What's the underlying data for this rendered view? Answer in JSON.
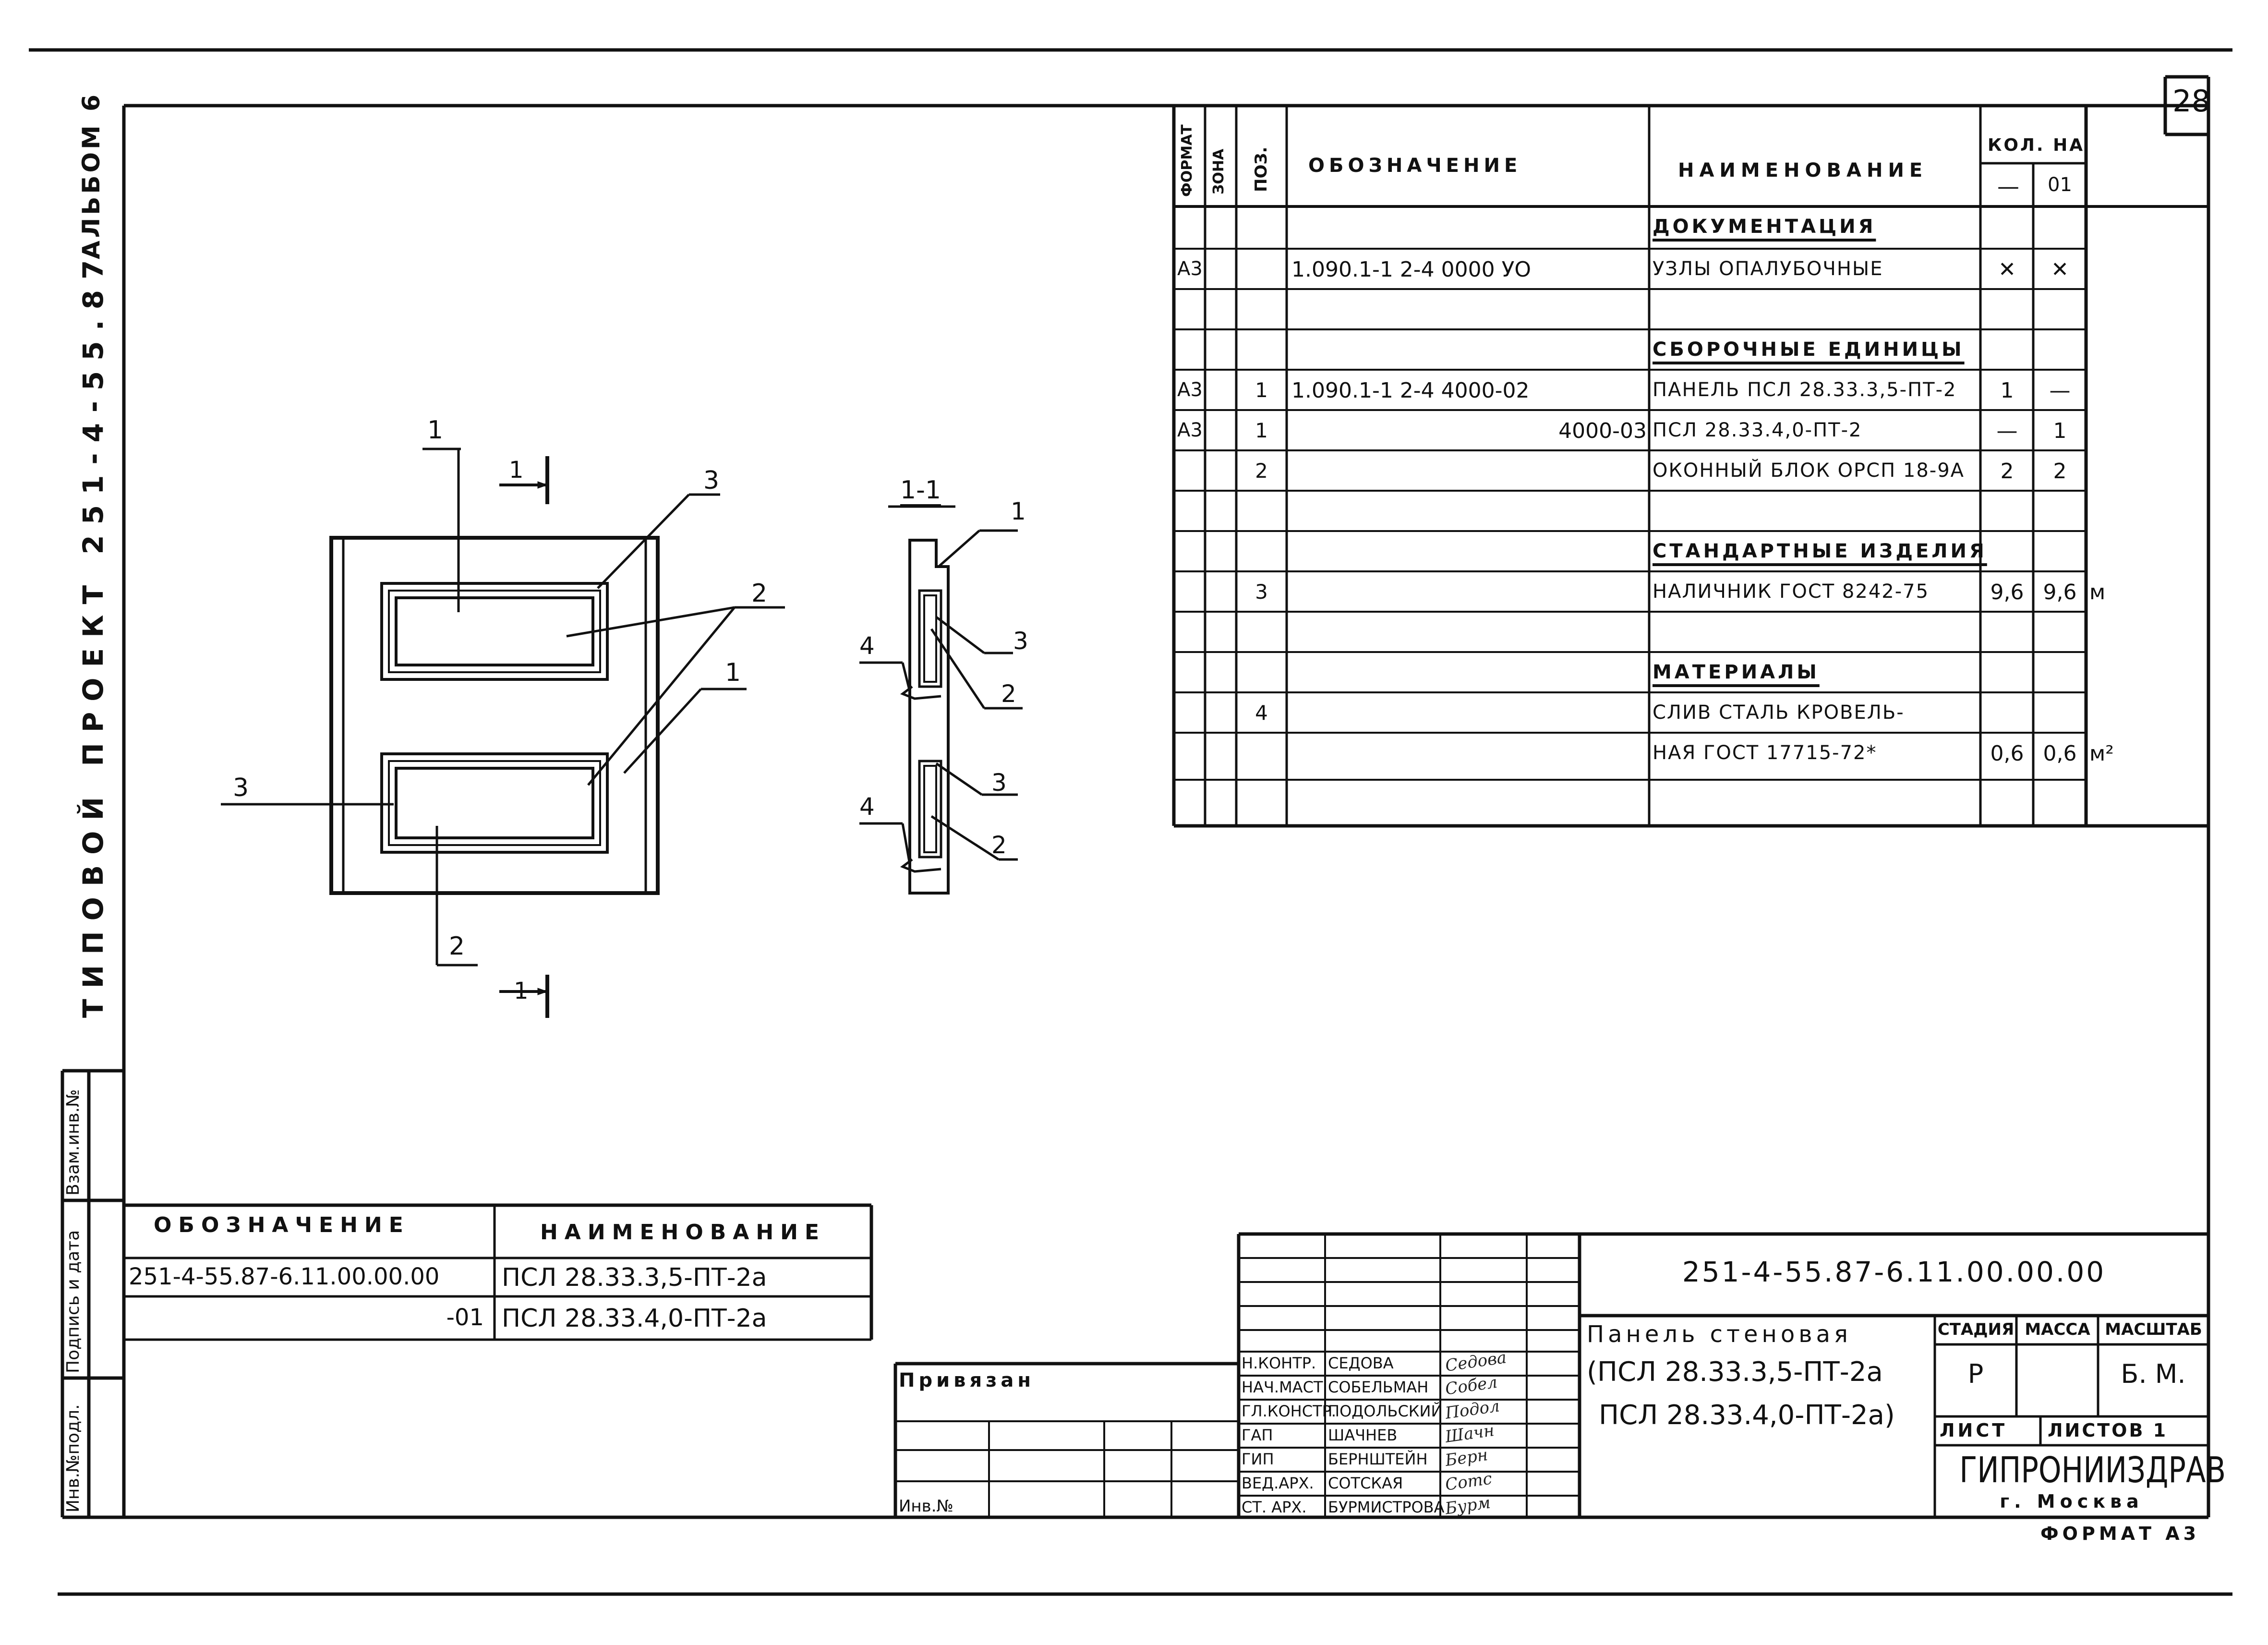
{
  "sheet": {
    "number": "28",
    "album": "АЛЬБОМ 6",
    "project": "ТИПОВОЙ ПРОЕКТ 251-4-55.87",
    "format": "ФОРМАТ А3"
  },
  "side_stamp": {
    "inv_podl": "Инв.№подл.",
    "podpis_data": "Подпись и дата",
    "vzam_inv": "Взам.инв.№"
  },
  "drawing": {
    "section_label": "1-1",
    "cut_mark_top": "1",
    "cut_mark_bottom": "1",
    "callouts_front": [
      "1",
      "3",
      "2",
      "1",
      "3",
      "2"
    ],
    "callouts_section": [
      "1",
      "3",
      "4",
      "2",
      "3",
      "4",
      "2"
    ]
  },
  "spec": {
    "headers": {
      "format": "ФОРМАТ",
      "zone": "ЗОНА",
      "pos": "ПОЗ.",
      "designation": "ОБОЗНАЧЕНИЕ",
      "name": "НАИМЕНОВАНИЕ",
      "qty": "КОЛ. НА",
      "qty_dash": "—",
      "qty_01": "01"
    },
    "rows": [
      {
        "format": "",
        "zone": "",
        "pos": "",
        "designation": "",
        "name": "ДОКУМЕНТАЦИЯ",
        "q1": "",
        "q2": "",
        "note": "",
        "heading": true
      },
      {
        "format": "А3",
        "zone": "",
        "pos": "",
        "designation": "1.090.1-1  2-4 0000 УО",
        "name": "УЗЛЫ ОПАЛУБОЧНЫЕ",
        "q1": "✕",
        "q2": "✕",
        "note": ""
      },
      {
        "format": "",
        "zone": "",
        "pos": "",
        "designation": "",
        "name": "",
        "q1": "",
        "q2": "",
        "note": ""
      },
      {
        "format": "",
        "zone": "",
        "pos": "",
        "designation": "",
        "name": "СБОРОЧНЫЕ ЕДИНИЦЫ",
        "q1": "",
        "q2": "",
        "note": "",
        "heading": true
      },
      {
        "format": "А3",
        "zone": "",
        "pos": "1",
        "designation": "1.090.1-1  2-4 4000-02",
        "name": "ПАНЕЛЬ ПСЛ 28.33.3,5-ПТ-2",
        "q1": "1",
        "q2": "—",
        "note": ""
      },
      {
        "format": "А3",
        "zone": "",
        "pos": "1",
        "designation": "4000-03",
        "name": "ПСЛ 28.33.4,0-ПТ-2",
        "q1": "—",
        "q2": "1",
        "note": ""
      },
      {
        "format": "",
        "zone": "",
        "pos": "2",
        "designation": "",
        "name": "ОКОННЫЙ БЛОК ОРСП 18-9А",
        "q1": "2",
        "q2": "2",
        "note": ""
      },
      {
        "format": "",
        "zone": "",
        "pos": "",
        "designation": "",
        "name": "",
        "q1": "",
        "q2": "",
        "note": ""
      },
      {
        "format": "",
        "zone": "",
        "pos": "",
        "designation": "",
        "name": "СТАНДАРТНЫЕ ИЗДЕЛИЯ",
        "q1": "",
        "q2": "",
        "note": "",
        "heading": true
      },
      {
        "format": "",
        "zone": "",
        "pos": "3",
        "designation": "",
        "name": "НАЛИЧНИК ГОСТ 8242-75",
        "q1": "9,6",
        "q2": "9,6",
        "note": "м"
      },
      {
        "format": "",
        "zone": "",
        "pos": "",
        "designation": "",
        "name": "",
        "q1": "",
        "q2": "",
        "note": ""
      },
      {
        "format": "",
        "zone": "",
        "pos": "",
        "designation": "",
        "name": "МАТЕРИАЛЫ",
        "q1": "",
        "q2": "",
        "note": "",
        "heading": true
      },
      {
        "format": "",
        "zone": "",
        "pos": "4",
        "designation": "",
        "name": "СЛИВ СТАЛЬ КРОВЕЛЬ-",
        "q1": "",
        "q2": "",
        "note": ""
      },
      {
        "format": "",
        "zone": "",
        "pos": "",
        "designation": "",
        "name": "НАЯ ГОСТ 17715-72*",
        "q1": "0,6",
        "q2": "0,6",
        "note": "м²"
      },
      {
        "format": "",
        "zone": "",
        "pos": "",
        "designation": "",
        "name": "",
        "q1": "",
        "q2": "",
        "note": ""
      }
    ]
  },
  "variants": {
    "headers": {
      "designation": "ОБОЗНАЧЕНИЕ",
      "name": "НАИМЕНОВАНИЕ"
    },
    "rows": [
      {
        "designation": "251-4-55.87-6.11.00.00.00",
        "name": "ПСЛ 28.33.3,5-ПТ-2а"
      },
      {
        "designation": "-01",
        "name": "ПСЛ 28.33.4,0-ПТ-2а"
      }
    ]
  },
  "privyazan": {
    "label": "Привязан",
    "inv": "Инв.№"
  },
  "title_block": {
    "code": "251-4-55.87-6.11.00.00.00",
    "title_l1": "Панель стеновая",
    "title_l2": "(ПСЛ 28.33.3,5-ПТ-2а",
    "title_l3": "ПСЛ 28.33.4,0-ПТ-2а)",
    "stadia_h": "СТАДИЯ",
    "massa_h": "МАССА",
    "masshtab_h": "МАСШТАБ",
    "stadia": "Р",
    "massa": "",
    "masshtab": "Б. М.",
    "list_h": "ЛИСТ",
    "listov_h": "ЛИСТОВ 1",
    "org": "ГИПРОНИИЗДРАВ",
    "city": "г. Москва",
    "people": [
      {
        "role": "Н.КОНТР.",
        "name": "СЕДОВА",
        "sign": "Седова"
      },
      {
        "role": "НАЧ.МАСТ",
        "name": "СОБЕЛЬМАН",
        "sign": "Собел"
      },
      {
        "role": "ГЛ.КОНСТР.",
        "name": "ПОДОЛЬСКИЙ",
        "sign": "Подол"
      },
      {
        "role": "ГАП",
        "name": "ШАЧНЕВ",
        "sign": "Шачн"
      },
      {
        "role": "ГИП",
        "name": "БЕРНШТЕЙН",
        "sign": "Берн"
      },
      {
        "role": "ВЕД.АРХ.",
        "name": "СОТСКАЯ",
        "sign": "Сотс"
      },
      {
        "role": "СТ. АРХ.",
        "name": "БУРМИСТРОВА",
        "sign": "Бурм"
      }
    ]
  }
}
